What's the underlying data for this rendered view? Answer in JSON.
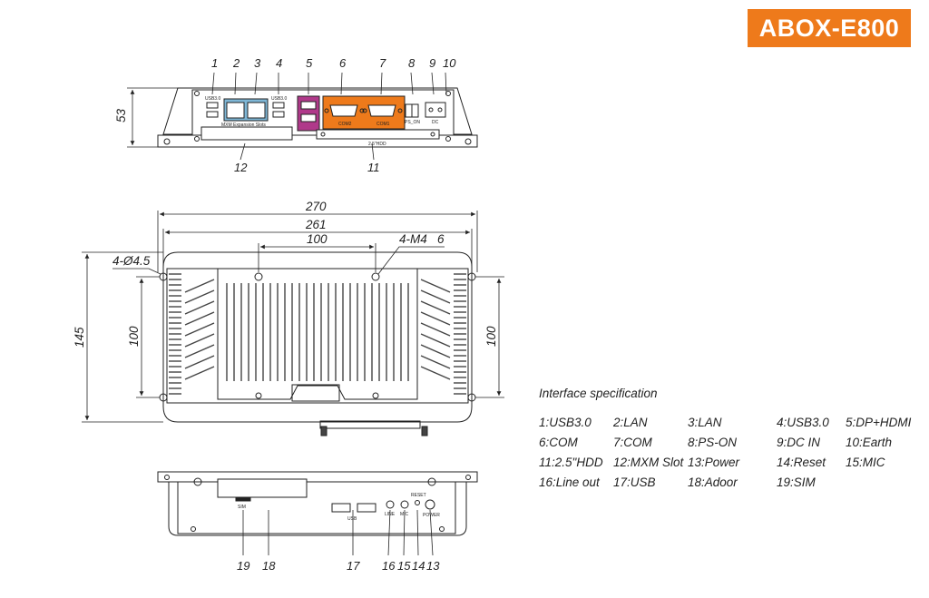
{
  "header": {
    "model": "ABOX-E800"
  },
  "callouts": {
    "top": [
      "1",
      "2",
      "3",
      "4",
      "5",
      "6",
      "7",
      "8",
      "9",
      "10"
    ],
    "top_bottom": [
      "12",
      "11"
    ],
    "bottom": [
      "19",
      "18",
      "17",
      "16",
      "15",
      "14",
      "13"
    ]
  },
  "front_view": {
    "dim_height": "53",
    "slot_label": "MXM Expansion Slots",
    "port_labels": {
      "usb_left": "USB3.0",
      "usb_right": "USB3.0",
      "com2": "COM2",
      "com1": "COM1",
      "pson": "PS_ON",
      "dc": "DC",
      "hdd": "2.5\"HDD"
    }
  },
  "top_view": {
    "dim_width_outer": "270",
    "dim_width_inner": "261",
    "dim_hole_spacing": "100",
    "dim_height": "145",
    "dim_left_100": "100",
    "dim_right_100": "100",
    "hole_label": "4-Ø4.5",
    "screw_label": "4-M4",
    "screw_depth": "6"
  },
  "rear_view": {
    "port_labels": {
      "sim": "SIM",
      "usb": "USB",
      "line_out": "LINE",
      "mic": "MIC",
      "reset": "RESET",
      "power": "POWER"
    }
  },
  "spec": {
    "title": "Interface specification",
    "rows": [
      [
        "1:USB3.0",
        "2:LAN",
        "3:LAN",
        "4:USB3.0",
        "5:DP+HDMI"
      ],
      [
        "6:COM",
        "7:COM",
        "8:PS-ON",
        "9:DC IN",
        "10:Earth"
      ],
      [
        "11:2.5\"HDD",
        "12:MXM Slot",
        "13:Power",
        "14:Reset",
        "15:MIC"
      ],
      [
        "16:Line out",
        "17:USB",
        "18:Adoor",
        "19:SIM"
      ]
    ]
  },
  "colors": {
    "accent": "#ee7a1b",
    "purple": "#b0398a",
    "line": "#222222"
  }
}
